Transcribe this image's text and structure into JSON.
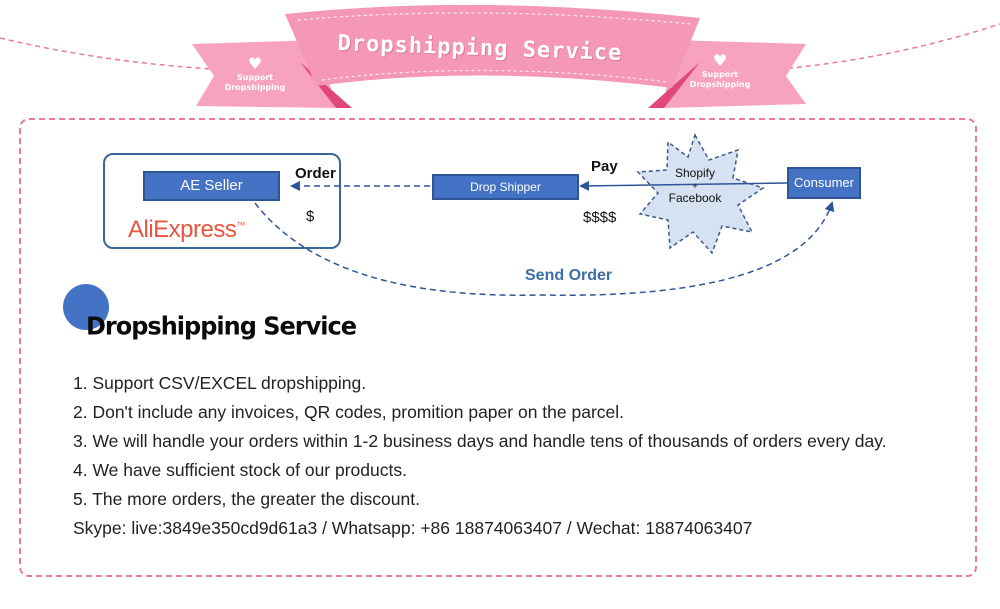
{
  "banner": {
    "title": "Dropshipping Service",
    "left_tag": "Support Dropshipping",
    "right_tag": "Support Dropshipping",
    "ribbon_color": "#f598b5",
    "ribbon_dark": "#e0477a"
  },
  "diagram": {
    "seller_label": "AE Seller",
    "shipper_label": "Drop Shipper",
    "consumer_label": "Consumer",
    "store_line1": "Shopify",
    "store_plus": "+",
    "store_line2": "Facebook",
    "order_label": "Order",
    "pay_label": "Pay",
    "seller_price": "$",
    "shipper_price": "$$$$",
    "send_order_label": "Send Order",
    "logo_text": "AliExpress",
    "logo_tm": "™",
    "node_color": "#4472c4"
  },
  "section": {
    "heading": "Dropshipping Service",
    "items": [
      "1. Support CSV/EXCEL dropshipping.",
      "2. Don't include any invoices, QR codes, promition paper on the parcel.",
      "3. We will handle your orders within 1-2 business days and handle tens of thousands of orders every day.",
      "4. We have sufficient stock of our products.",
      "5. The more orders, the greater the discount.",
      "Skype: live:3849e350cd9d61a3 / Whatsapp: +86 18874063407 / Wechat: 18874063407"
    ]
  }
}
